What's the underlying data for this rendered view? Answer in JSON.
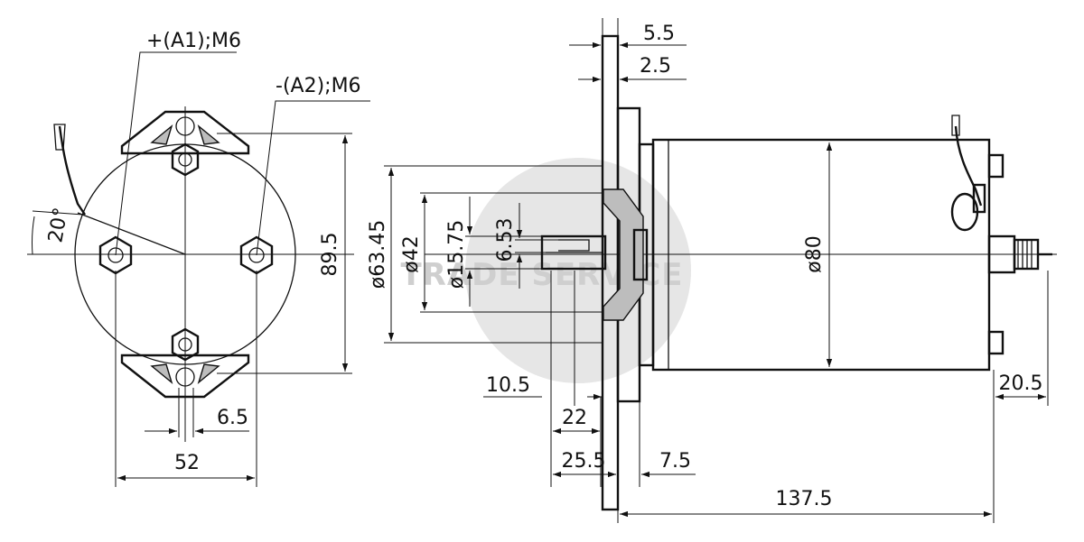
{
  "front_view": {
    "terminal_a1": "+(A1);M6",
    "terminal_a2": "-(A2);M6",
    "angle": "20°",
    "height": "89.5",
    "hole_spacing": "52",
    "hole_offset": "6.5"
  },
  "side_view": {
    "flange_thickness": "5.5",
    "flange_offset": "2.5",
    "pilot_diameter": "ø63.45",
    "spigot_diameter": "ø42",
    "shaft_diameter": "ø15.75",
    "shaft_flat": "6.53",
    "body_diameter": "ø80",
    "shaft_step": "10.5",
    "shaft_length": "22",
    "shaft_total": "25.5",
    "flange_to_body": "7.5",
    "overall_length": "137.5",
    "terminal_projection": "20.5"
  },
  "watermark": "TRADE SERVICE",
  "icons": {
    "arrowhead": "arrow-head",
    "terminal": "terminal-stud-icon"
  }
}
